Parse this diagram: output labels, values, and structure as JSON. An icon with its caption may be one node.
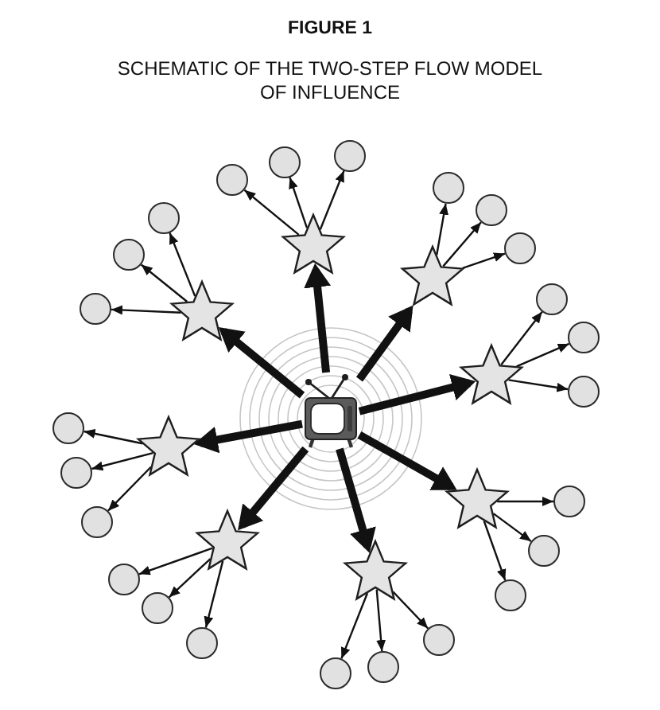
{
  "diagram": {
    "title": "FIGURE 1",
    "caption": "SCHEMATIC OF THE TWO-STEP FLOW MODEL OF INFLUENCE",
    "nodes": [
      {
        "text": [],
        "shape": "picture"
      },
      {
        "text": [],
        "shape": "star"
      },
      {
        "text": [],
        "shape": "star"
      },
      {
        "text": [],
        "shape": "star"
      },
      {
        "text": [],
        "shape": "star"
      },
      {
        "text": [],
        "shape": "star"
      },
      {
        "text": [],
        "shape": "star"
      },
      {
        "text": [],
        "shape": "star"
      },
      {
        "text": [],
        "shape": "star"
      },
      {
        "text": [],
        "shape": "circle"
      },
      {
        "text": [],
        "shape": "circle"
      },
      {
        "text": [],
        "shape": "circle"
      },
      {
        "text": [],
        "shape": "circle"
      },
      {
        "text": [],
        "shape": "circle"
      },
      {
        "text": [],
        "shape": "circle"
      },
      {
        "text": [],
        "shape": "circle"
      },
      {
        "text": [],
        "shape": "circle"
      },
      {
        "text": [],
        "shape": "circle"
      },
      {
        "text": [],
        "shape": "circle"
      },
      {
        "text": [],
        "shape": "circle"
      },
      {
        "text": [],
        "shape": "circle"
      },
      {
        "text": [],
        "shape": "circle"
      },
      {
        "text": [],
        "shape": "circle"
      },
      {
        "text": [],
        "shape": "circle"
      },
      {
        "text": [],
        "shape": "circle"
      },
      {
        "text": [],
        "shape": "circle"
      },
      {
        "text": [],
        "shape": "circle"
      },
      {
        "text": [],
        "shape": "circle"
      },
      {
        "text": [],
        "shape": "circle"
      },
      {
        "text": [],
        "shape": "circle"
      },
      {
        "text": [],
        "shape": "circle"
      },
      {
        "text": [],
        "shape": "circle"
      },
      {
        "text": [],
        "shape": "circle"
      }
    ],
    "edges": [
      {
        "from": 0,
        "to": 1,
        "arrow": "to",
        "style": "thick"
      },
      {
        "from": 0,
        "to": 2,
        "arrow": "to",
        "style": "thick"
      },
      {
        "from": 0,
        "to": 3,
        "arrow": "to",
        "style": "thick"
      },
      {
        "from": 0,
        "to": 4,
        "arrow": "to",
        "style": "thick"
      },
      {
        "from": 0,
        "to": 5,
        "arrow": "to",
        "style": "thick"
      },
      {
        "from": 0,
        "to": 6,
        "arrow": "to",
        "style": "thick"
      },
      {
        "from": 0,
        "to": 7,
        "arrow": "to",
        "style": "thick"
      },
      {
        "from": 0,
        "to": 8,
        "arrow": "to",
        "style": "thick"
      },
      {
        "from": 1,
        "to": 9,
        "arrow": "to"
      },
      {
        "from": 1,
        "to": 10,
        "arrow": "to"
      },
      {
        "from": 1,
        "to": 11,
        "arrow": "to"
      },
      {
        "from": 2,
        "to": 12,
        "arrow": "to"
      },
      {
        "from": 2,
        "to": 13,
        "arrow": "to"
      },
      {
        "from": 2,
        "to": 14,
        "arrow": "to"
      },
      {
        "from": 3,
        "to": 15,
        "arrow": "to"
      },
      {
        "from": 3,
        "to": 16,
        "arrow": "to"
      },
      {
        "from": 3,
        "to": 17,
        "arrow": "to"
      },
      {
        "from": 4,
        "to": 18,
        "arrow": "to"
      },
      {
        "from": 4,
        "to": 19,
        "arrow": "to"
      },
      {
        "from": 4,
        "to": 20,
        "arrow": "to"
      },
      {
        "from": 5,
        "to": 21,
        "arrow": "to"
      },
      {
        "from": 5,
        "to": 22,
        "arrow": "to"
      },
      {
        "from": 5,
        "to": 23,
        "arrow": "to"
      },
      {
        "from": 6,
        "to": 24,
        "arrow": "to"
      },
      {
        "from": 6,
        "to": 25,
        "arrow": "to"
      },
      {
        "from": 6,
        "to": 26,
        "arrow": "to"
      },
      {
        "from": 7,
        "to": 27,
        "arrow": "to"
      },
      {
        "from": 7,
        "to": 28,
        "arrow": "to"
      },
      {
        "from": 7,
        "to": 29,
        "arrow": "to"
      },
      {
        "from": 8,
        "to": 30,
        "arrow": "to"
      },
      {
        "from": 8,
        "to": 31,
        "arrow": "to"
      },
      {
        "from": 8,
        "to": 32,
        "arrow": "to"
      }
    ]
  }
}
